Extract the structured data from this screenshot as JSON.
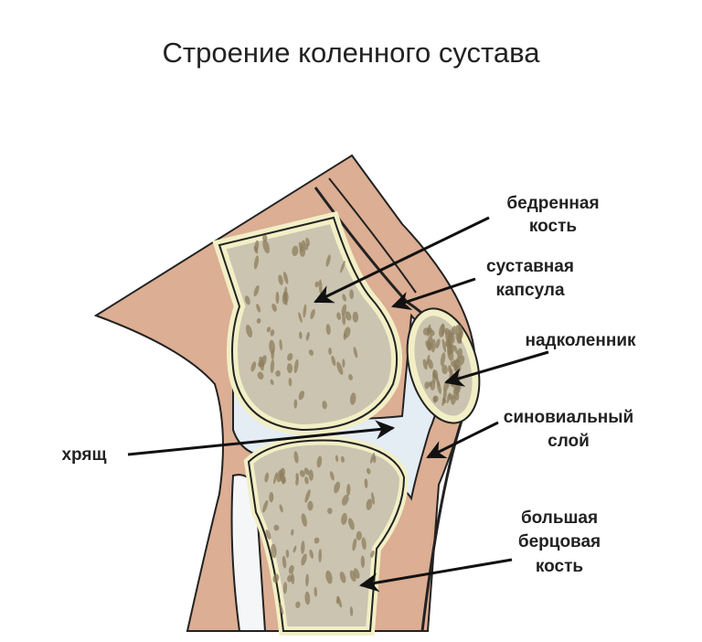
{
  "title": "Строение коленного сустава",
  "labels": {
    "femur": [
      "бедренная",
      "кость"
    ],
    "capsule": [
      "суставная",
      "капсула"
    ],
    "patella": [
      "надколенник"
    ],
    "synovial": [
      "синовиальный",
      "слой"
    ],
    "cartilage": [
      "хрящ"
    ],
    "tibia": [
      "большая",
      "берцовая",
      "кость"
    ]
  },
  "colors": {
    "skin": "#dcae93",
    "bone": "#cbc4b0",
    "bone_spots": "#8d7d5e",
    "cartilage": "#f2efc6",
    "synovial": "#e4ecf4",
    "outline": "#1a1a1a"
  }
}
